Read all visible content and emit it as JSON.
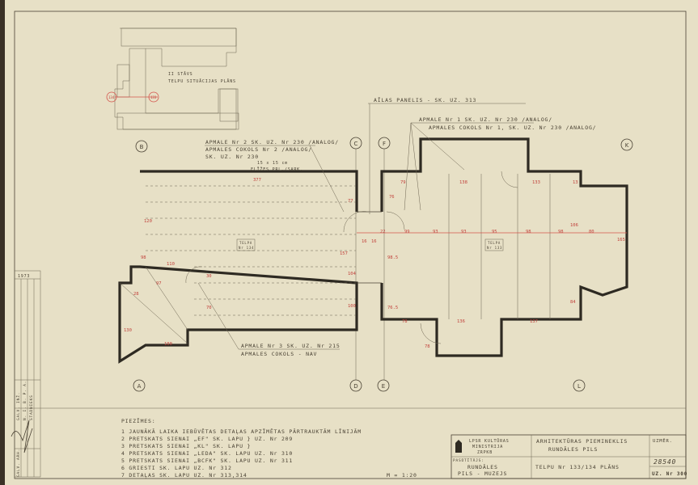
{
  "situation_plan": {
    "line1": "II STĀVS",
    "line2": "TELPU SITUĀCIJAS PLĀNS",
    "room_a": "134",
    "room_b": "133"
  },
  "axes": {
    "B": "B",
    "C": "C",
    "F": "F",
    "K": "K",
    "A": "A",
    "D": "D",
    "E": "E",
    "L": "L"
  },
  "annotations": {
    "ailas_panelis": "AĪLAS PANELIS - SK. UZ. 313",
    "apmale1": "APMALE Nr 1  SK. UZ. Nr 230 /ANALOG/",
    "apmale1_cokols": "APMALES COKOLS Nr 1, SK. UZ. Nr 230 /ANALOG/",
    "apmale2_a": "APMALE Nr 2  SK. UZ. Nr 230 /ANALOG/",
    "apmale2_b": "APMALES COKOLS Nr 2 /ANALOG/",
    "apmale2_c": "SK. UZ. Nr 230",
    "floor_a": "15 x 15 cm",
    "floor_b": "FLĪŽES PRL./SARK.",
    "apmale3": "APMALE Nr 3      SK. UZ. Nr 215",
    "apmale3_cokols": "APMALES COKOLS - NAV",
    "room134_a": "TELPA",
    "room134_b": "Nr 134",
    "room133_a": "TELPA",
    "room133_b": "Nr 133"
  },
  "dimensions": [
    "377",
    "120",
    "110",
    "98",
    "28",
    "97",
    "30",
    "70",
    "130",
    "100",
    "77",
    "104",
    "157",
    "100",
    "76",
    "98.5",
    "76.5",
    "22",
    "16",
    "16",
    "79",
    "99",
    "93",
    "93",
    "95",
    "98",
    "98",
    "80",
    "165",
    "138",
    "133",
    "136",
    "137",
    "84",
    "106",
    "78",
    "78",
    "13"
  ],
  "notes": {
    "title": "PIEZĪMES:",
    "items": [
      "1  JAUNĀKĀ LAIKA IEBŪVĒTAS DETAĻAS APZĪMĒTAS PĀRTRAUKTĀM LĪNIJĀM",
      "2  PRETSKATS SIENAI „EF\"  SK. LAPU } UZ. Nr 209",
      "3  PRETSKATS SIENAI „KL\"  SK. LAPU }",
      "4  PRETSKATS SIENAI „LEDA\" SK. LAPU  UZ. Nr 310",
      "5  PRETSKATS SIENAI „BCFK\" SK. LAPU  UZ. Nr 311",
      "6  GRIESTI                SK. LAPU  UZ. Nr 312",
      "7  DETAĻAS                SK. LAPU  UZ. Nr 313,314"
    ],
    "scale": "M = 1:20"
  },
  "title_block": {
    "org1": "LPSR KULTŪRAS",
    "org2": "MINISTRIJA",
    "org3": "ZRPKB",
    "project1": "ARHITEKTŪRAS PIEMINEKLIS",
    "project2": "RUNDĀLES PILS",
    "client_label": "PASŪTĪTĀJS:",
    "client1": "RUNDĀLES",
    "client2": "PILS - MUZEJS",
    "sheet_title": "TELPU Nr 133/134  PLĀNS",
    "measure_label": "UZMĒR.",
    "archive_no": "28540",
    "sheet_no": "UZ. Nr 300"
  },
  "side_stamp": {
    "year": "1973",
    "r1": "GALV. INŽ.",
    "r2": "N. I. B. P. A.",
    "r3": "STADNIEKS",
    "r4": "GALV. ARH."
  }
}
